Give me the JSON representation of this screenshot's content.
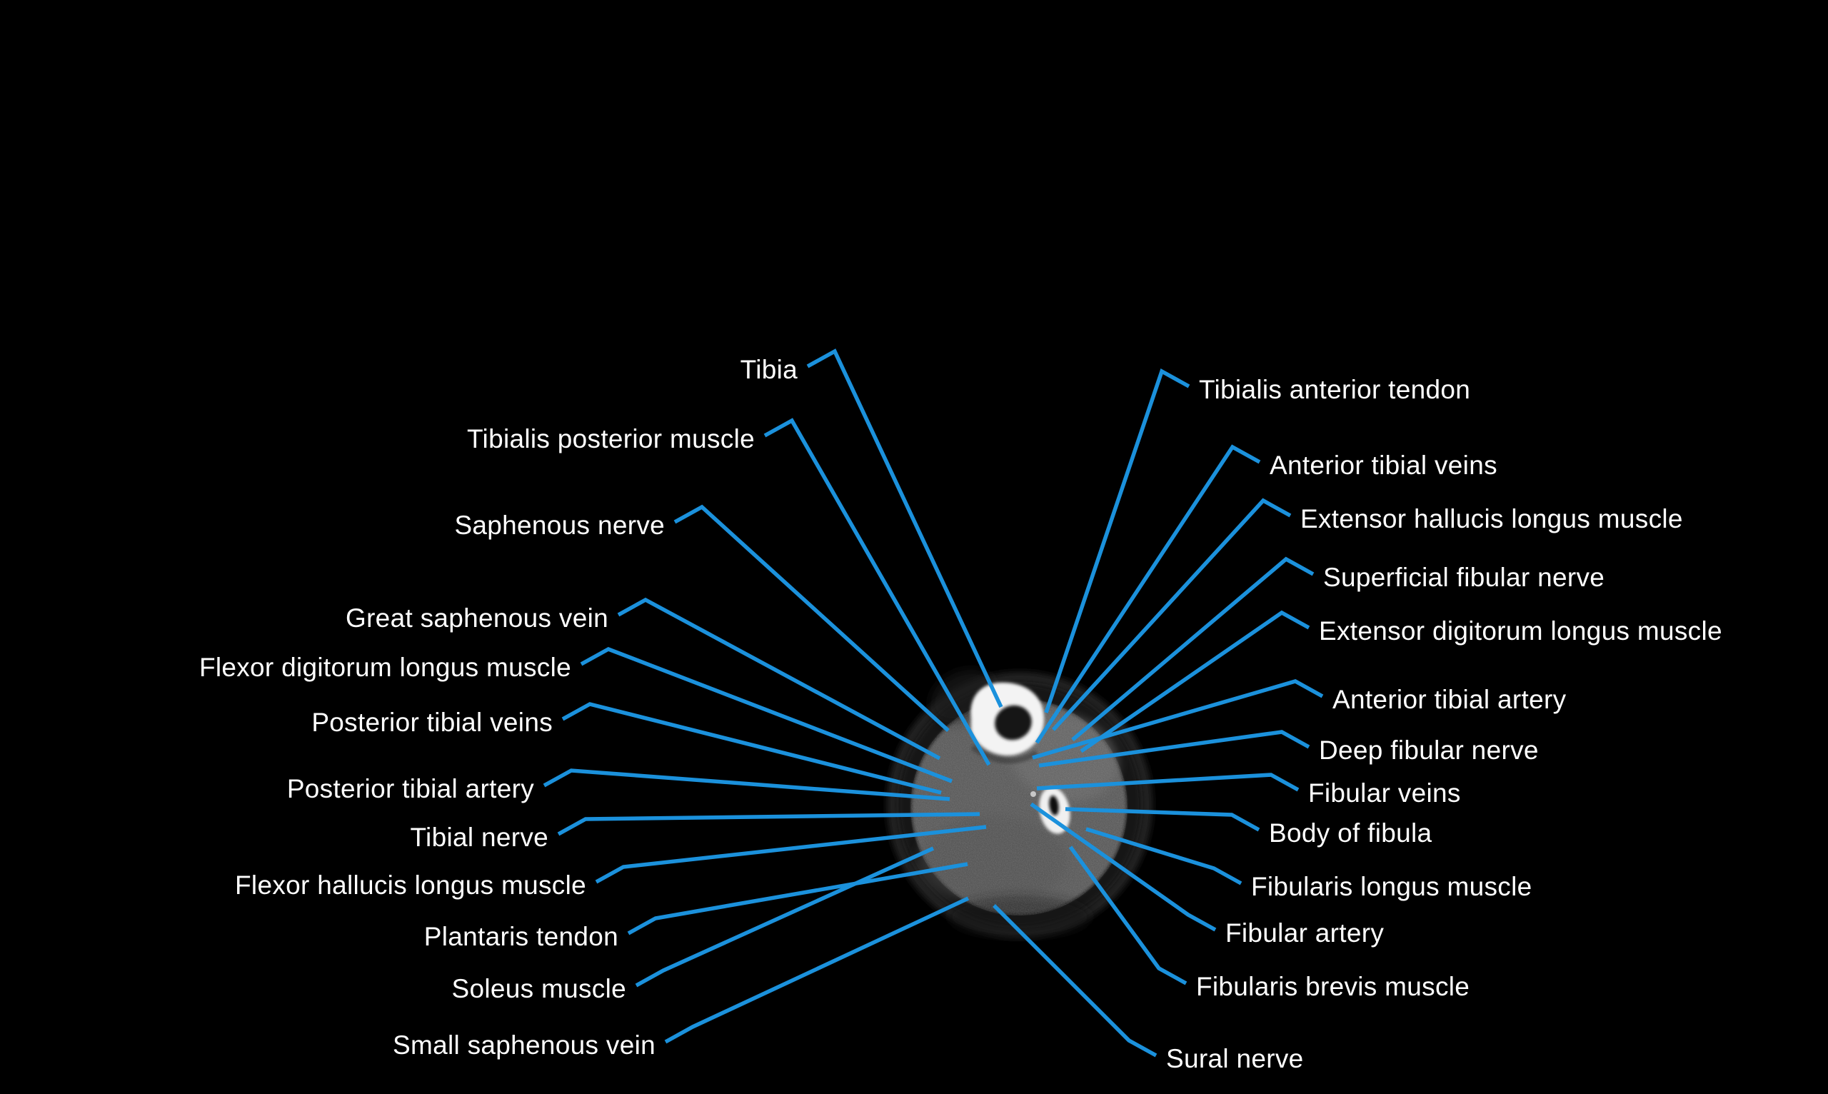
{
  "figure": {
    "left_labels": [
      {
        "id": "tibia",
        "text": "Tibia"
      },
      {
        "id": "tibialis-posterior-muscle",
        "text": "Tibialis posterior muscle"
      },
      {
        "id": "saphenous-nerve",
        "text": "Saphenous nerve"
      },
      {
        "id": "great-saphenous-vein",
        "text": "Great saphenous vein"
      },
      {
        "id": "flexor-digitorum-longus-muscle",
        "text": "Flexor digitorum longus muscle"
      },
      {
        "id": "posterior-tibial-veins",
        "text": "Posterior tibial veins"
      },
      {
        "id": "posterior-tibial-artery",
        "text": "Posterior tibial artery"
      },
      {
        "id": "tibial-nerve",
        "text": "Tibial nerve"
      },
      {
        "id": "flexor-hallucis-longus-muscle",
        "text": "Flexor hallucis longus muscle"
      },
      {
        "id": "plantaris-tendon",
        "text": "Plantaris tendon"
      },
      {
        "id": "soleus-muscle",
        "text": "Soleus muscle"
      },
      {
        "id": "small-saphenous-vein",
        "text": "Small saphenous vein"
      }
    ],
    "right_labels": [
      {
        "id": "tibialis-anterior-tendon",
        "text": "Tibialis anterior tendon"
      },
      {
        "id": "anterior-tibial-veins",
        "text": "Anterior tibial veins"
      },
      {
        "id": "extensor-hallucis-longus-muscle",
        "text": "Extensor hallucis longus muscle"
      },
      {
        "id": "superficial-fibular-nerve",
        "text": "Superficial fibular nerve"
      },
      {
        "id": "extensor-digitorum-longus-muscle",
        "text": "Extensor digitorum longus muscle"
      },
      {
        "id": "anterior-tibial-artery",
        "text": "Anterior tibial artery"
      },
      {
        "id": "deep-fibular-nerve",
        "text": "Deep fibular nerve"
      },
      {
        "id": "fibular-veins",
        "text": "Fibular veins"
      },
      {
        "id": "body-of-fibula",
        "text": "Body of fibula"
      },
      {
        "id": "fibularis-longus-muscle",
        "text": "Fibularis longus muscle"
      },
      {
        "id": "fibular-artery",
        "text": "Fibular artery"
      },
      {
        "id": "fibularis-brevis-muscle",
        "text": "Fibularis brevis muscle"
      },
      {
        "id": "sural-nerve",
        "text": "Sural nerve"
      }
    ]
  },
  "colors": {
    "background": "#000000",
    "leader_line": "#1b91dc",
    "label_text": "#ffffff",
    "bone": "#f3f3f3",
    "muscle": "#575757"
  }
}
